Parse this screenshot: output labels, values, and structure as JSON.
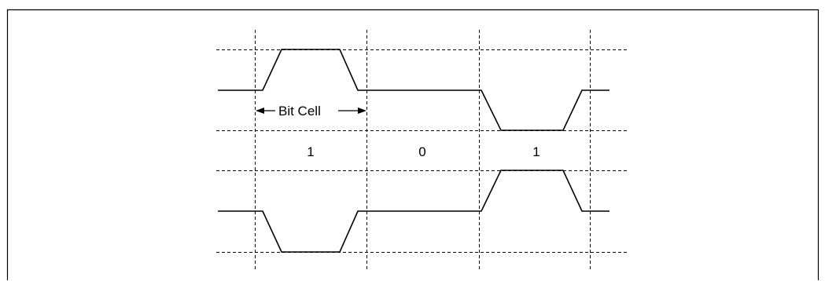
{
  "diagram": {
    "bit_cell_label": "Bit Cell",
    "bits": [
      "1",
      "0",
      "1"
    ]
  }
}
